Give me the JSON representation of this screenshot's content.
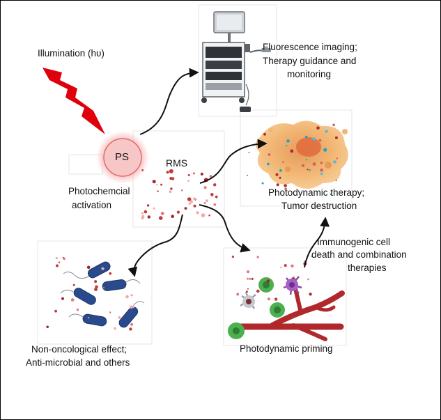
{
  "labels": {
    "illumination": "Illumination (hυ)",
    "ps": "PS",
    "rms": "RMS",
    "photochemical": [
      "Photochemcial",
      "activation"
    ],
    "fluorescence": [
      "Fluorescence imaging;",
      "Therapy guidance and",
      "monitoring"
    ],
    "pdt": [
      "Photodynamic therapy;",
      "Tumor destruction"
    ],
    "immunogenic": [
      "Immunogenic cell",
      "death and combination",
      "therapies"
    ],
    "priming": "Photodynamic priming",
    "nononcological": [
      "Non-oncological effect;",
      "Anti-microbial  and others"
    ]
  },
  "colors": {
    "lightning": "#e0000b",
    "ps_glow": "#f28a8a",
    "ps_fill": "#f7c7c7",
    "rms_dot": "#a1262a",
    "bacteria": "#2a4a8e",
    "vessel": "#b0282c",
    "tumor": "#f0b36b",
    "immune_green": "#4caf50",
    "immune_purple": "#8e44ad",
    "arrow": "#111111"
  },
  "icons": [
    "lightning-bolt-icon",
    "imaging-cart-icon",
    "tumor-icon",
    "bacteria-icon",
    "blood-vessel-icon",
    "immune-cell-icon"
  ]
}
